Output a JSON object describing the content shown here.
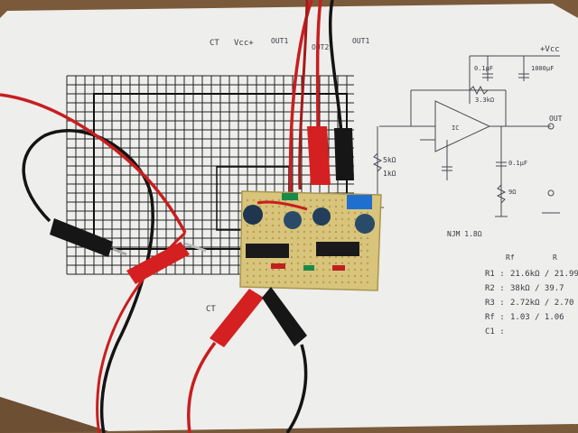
{
  "photo": {
    "subject": "breadboard",
    "colors": {
      "desk": "#7a5a3a",
      "paper": "#eeeeec",
      "grid": "#222222",
      "pcb": "#d8c47a",
      "wire_red": "#c81e1e",
      "wire_black": "#141414",
      "terminal_blue": "#1f6fd1",
      "ic_body": "#1a1a1a"
    }
  },
  "sheet": {
    "labels": {
      "vcc": "Vcc+",
      "pin_a": "OUT1",
      "pin_b": "OUT2",
      "pin_c": "OUT1",
      "ref_ct1": "CT",
      "ref_ct2": "CT"
    }
  },
  "schematic": {
    "labels": {
      "vcc": "+Vcc",
      "c1": "0.1μF",
      "c2": "1000μF",
      "r_top": "3.3kΩ",
      "r_left1": "5kΩ",
      "r_left2": "1kΩ",
      "opamp": "IC",
      "out": "OUT",
      "c_out": "0.1μF",
      "r_out": "9Ω",
      "note": "NJM 1.8Ω"
    }
  },
  "notes": {
    "col1": "Rf",
    "col2": "R",
    "rows": [
      {
        "k": "R1 :",
        "v": "21.6kΩ / 21.99"
      },
      {
        "k": "R2 :",
        "v": "38kΩ / 39.7"
      },
      {
        "k": "R3 :",
        "v": "2.72kΩ / 2.70"
      },
      {
        "k": "Rf :",
        "v": "1.03 / 1.06"
      },
      {
        "k": "C1 :",
        "v": ""
      }
    ]
  }
}
